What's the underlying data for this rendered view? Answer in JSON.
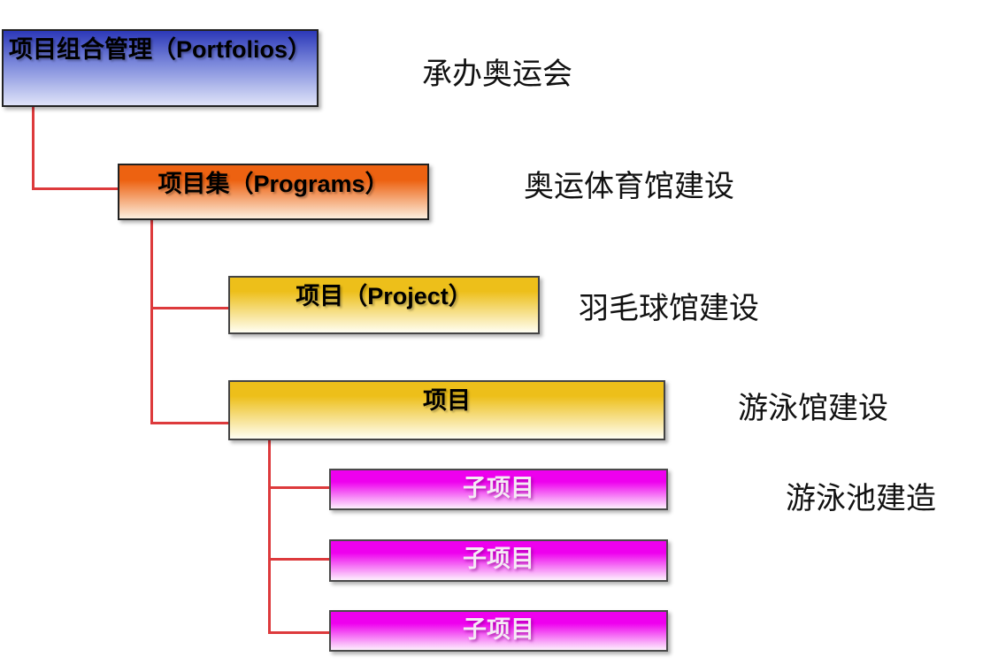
{
  "diagram": {
    "nodes": [
      {
        "id": "portfolios",
        "label": "项目组合管理（Portfolios）",
        "annotation": "承办奥运会"
      },
      {
        "id": "programs",
        "label": "项目集（Programs）",
        "annotation": "奥运体育馆建设"
      },
      {
        "id": "project",
        "label": "项目（Project）",
        "annotation": "羽毛球馆建设"
      },
      {
        "id": "project-2",
        "label": "项目",
        "annotation": "游泳馆建设"
      },
      {
        "id": "subproject-1",
        "label": "子项目",
        "annotation": "游泳池建造"
      },
      {
        "id": "subproject-2",
        "label": "子项目"
      },
      {
        "id": "subproject-3",
        "label": "子项目"
      }
    ],
    "colors": {
      "portfolio_top": "#2c38b8",
      "portfolio_bottom": "#dfe3f8",
      "program_top": "#ed6211",
      "program_bottom": "#fceedd",
      "project_top": "#edbf1a",
      "project_bottom": "#fffef2",
      "subproject_top": "#ee00ee",
      "subproject_bottom": "#fdeffd",
      "connector": "#dd3a3c"
    }
  }
}
